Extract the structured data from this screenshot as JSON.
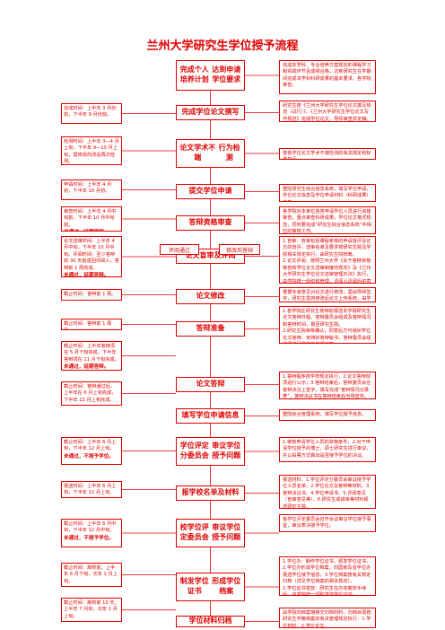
{
  "title": "兰州大学研究生学位授予流程",
  "steps": [
    "完成个人培养计划\n达到申请学位要求",
    "完成学位论文撰写",
    "论文学术不端\n行为检测",
    "提交学位申请",
    "答辩资格审查",
    "论文盲审及评阅",
    "论文修改",
    "答辩准备",
    "论文答辩",
    "填写学位申请信息",
    "学位评定分委员会\n审议学位授予问题",
    "报学校名单及材料",
    "校学位评定委员会\n审议学位授予问题",
    "制发学位证书\n形成学位档案",
    "学位材料归档"
  ],
  "branch_tags": {
    "pass": "评阅通过",
    "revise": "修改后答辩"
  },
  "left_notes": [
    {
      "text": "完成时间：上半年 3 月份前，下半年 9 月份前。",
      "strong": ""
    },
    {
      "text": "检测时间：上半年 3—4 月上旬，下半年 9—10 月上旬，需修改的改后再次检测。",
      "strong": ""
    },
    {
      "text": "申请时间：上半年 4 月初，下半年 10 月初。",
      "strong": ""
    },
    {
      "text": "审查时间：上半年 4 月中旬前，下半年 10 月中旬前。",
      "strong": "未通过，延期答辩。"
    },
    {
      "text": "论文送审时间：上半年 4 月中旬，下半年 10 月中旬。评阅时间：至少答辩前 30 天前返回评阅人，答辩前 1 周完成。",
      "strong": "未通过，延期答辩。"
    },
    {
      "text": "截止时间：答辩前 1 周。",
      "strong": ""
    },
    {
      "text": "截止时间：答辩前 1 周内。",
      "strong": ""
    },
    {
      "text": "截止时间：上半年答辩须在 5 月下旬完成，下半年答辩须在 11 月下旬完成。",
      "strong": "未通过，延期答辩。"
    },
    {
      "text": "截止时间：答辩通过后，上半年在 6 月上旬完成，下半年 12 月上旬完成。",
      "strong": ""
    },
    {
      "text": "截止时间：上半年 6 月上旬，下半年 12 月上旬。",
      "strong": "未通过，不授予学位。"
    },
    {
      "text": "报送时间：上半年 6 月上旬，下半年 12 月上旬。",
      "strong": ""
    },
    {
      "text": "截止时间：上半年 6 月中旬，下半年 12 月中旬。",
      "strong": "未通过，不授予学位。"
    },
    {
      "text": "截止时间：离校前，上半年 6 月下旬，次年 1 月上旬。",
      "strong": ""
    },
    {
      "text": "截止时间：离校前 10 天，上半年 7 月初，次年 1 月上旬。",
      "strong": ""
    }
  ],
  "right_notes": [
    "完成本学科、专业培养方案规定的课程学习和实践环节且成绩合格，达到研究生在学期间完成本学科科研成果的基本要求，各学院审查。",
    "研究生按《兰州大学研究生学位论文撰写规范（试行）》、《兰州大学研究生学位论文写作规范》完成学位论文，导师审查并定稿。",
    "按各学位论文学术不端检测的有关规定和标准执行。",
    "登陆研究生综合信息系统，填写学位申请，学位论文信息及学位申请材料（科研成果）信息。",
    "各学院对本单位各类申请学位人员进行资格审查，重点审查科研成果、学位论文格式规范，同时要完成“研究生综合信息系统”中相应的审核工作。",
    "1.盲审：盲审包括课程考核的申请盲评及论文的盲评，送审名单及要求按研究生院及学院相关规定执行，由研究生院统筹。\n2.论文评阅：按照兰州大学《关于答辩资格审查和学位论文送审制度的规定》及《兰州大学研究生学位论文送审管理办法》执行，由学院统一组织和管理，评阅人评阅后的意见将通过系统反馈至本人及导师，由研究生院、学院、学科点、导师负责。",
    "根据专家意见对论文进行修改，需由导师签字，研究生需将修改后论文上传系统，由学院审核后进入答辩环节。",
    "1.各学院在研究生答辩前报送本学院研究生论文答辩日程、答辩委员会组成及答辩情况和答辩时间，报至研究生院。\n2.研究生院审核确认，同意后方可组织学位论文答辩，安排好答辩秘书，答辩委员会组成须满足学校有关规定等。",
    "1.答辩程序按学校规定执行，2.论文答辩前须进行公示；3.答辩结束后，答辩委员会在答辩决议上签字，填写完成“答辩情况记录表”，答辩决议书在答辩结束后当场宣布。",
    "登陆综合管理系统，填写学位授予信息。",
    "1.审核申请学位人员的资格条件，2.对于申请学位授予的博士、硕士研究生进行审议，并以投票方式做出是否授予学位的决议。",
    "报送材料：1.学位评定分委员会审议授予学位人员名单、2.学位论文及答辩等材料、3.答辩决议书、4.学位申请书、5.评阅意见（盲审意见等）、6.研究生成绩单等材料报送研究生院。",
    "各学位评定委员会召开会议审议学位授予事宜，审议表决授予学位。",
    "1.学位办：制作学位证书、颁发学位证书，2.学位办形成学位档案，向国家及省学位办报送学位授予信息，3.学位档案按有关规定归档（详见学位档案的相关规定）。\n2.学位证书发放：研究生在办完离校手续后，由学院统一领取发放学位证书。",
    "由学院向档案馆移交归档材料，归档目录按研究生学籍档案的有关管理规定执行：1.学位材料，2.学位论文。"
  ]
}
